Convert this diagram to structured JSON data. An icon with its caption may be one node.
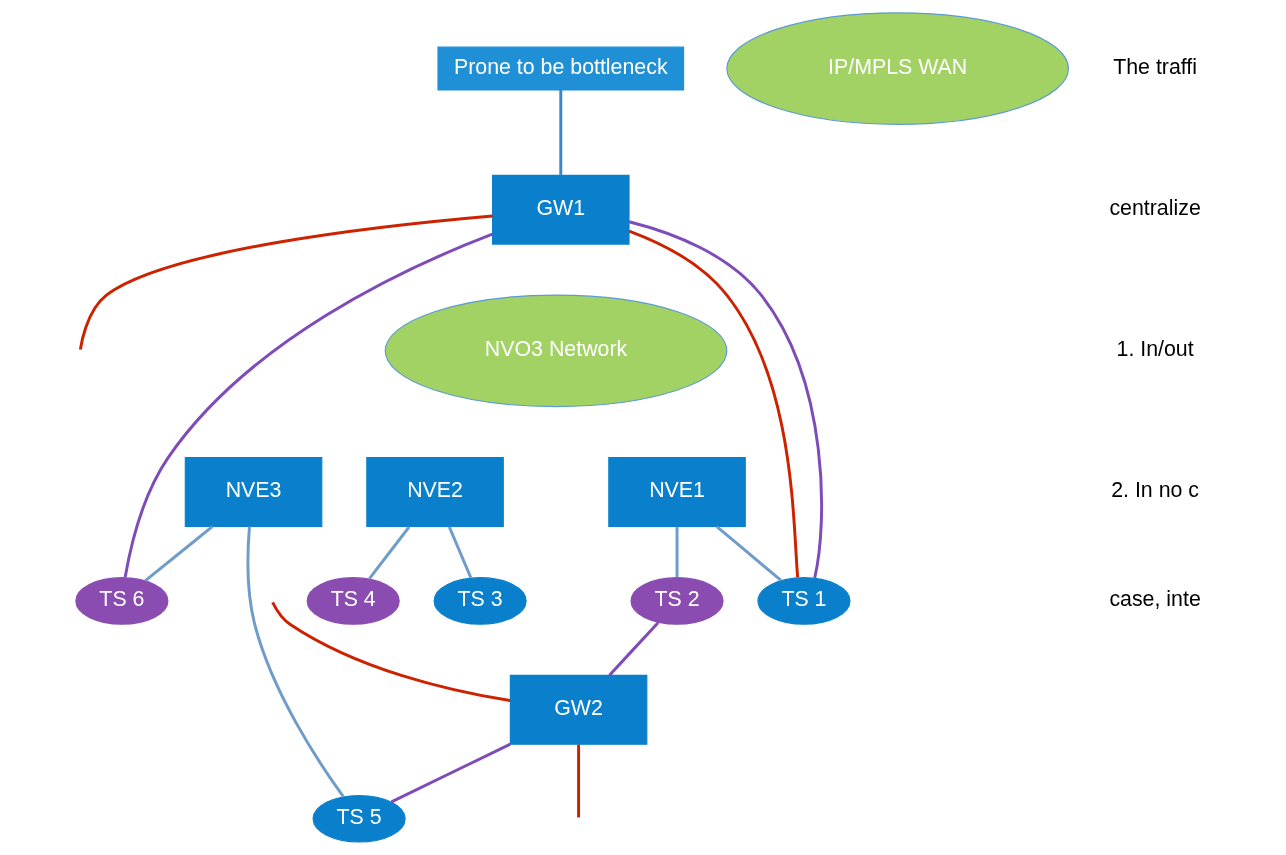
{
  "diagram": {
    "nodes": [
      {
        "text": [
          "IP/MPLS WAN"
        ]
      },
      {
        "text": [
          "NVO3 Network"
        ]
      },
      {
        "text": [
          "GW1"
        ]
      },
      {
        "text": [
          "GW2"
        ]
      },
      {
        "text": [
          "NVE1"
        ]
      },
      {
        "text": [
          "NVE2"
        ]
      },
      {
        "text": [
          "NVE3"
        ]
      },
      {
        "text": [
          "TS 1"
        ]
      },
      {
        "text": [
          "TS 2"
        ]
      },
      {
        "text": [
          "TS 3"
        ]
      },
      {
        "text": [
          "TS 4"
        ]
      },
      {
        "text": [
          "TS 5"
        ]
      },
      {
        "text": [
          "TS 6"
        ]
      },
      {
        "text": [
          "Prone to be bottleneck"
        ]
      }
    ],
    "edges": [
      {
        "from": 13,
        "to": 2,
        "arrow": "none",
        "color": "#3a86c8"
      },
      {
        "from": 4,
        "to": 7,
        "arrow": "none",
        "color": "#6f9cc8"
      },
      {
        "from": 4,
        "to": 8,
        "arrow": "none",
        "color": "#6f9cc8"
      },
      {
        "from": 5,
        "to": 9,
        "arrow": "none",
        "color": "#6f9cc8"
      },
      {
        "from": 5,
        "to": 10,
        "arrow": "none",
        "color": "#6f9cc8"
      },
      {
        "from": 6,
        "to": 11,
        "arrow": "none",
        "color": "#6f9cc8"
      },
      {
        "from": 6,
        "to": 12,
        "arrow": "none",
        "color": "#6f9cc8"
      },
      {
        "from": 7,
        "to": 2,
        "arrow": "none",
        "color": "#cc2200"
      },
      {
        "from": 2,
        "to": null,
        "arrow": "none",
        "color": "#cc2200"
      },
      {
        "from": null,
        "to": 3,
        "arrow": "none",
        "color": "#cc2200"
      },
      {
        "from": 3,
        "to": null,
        "arrow": "none",
        "color": "#cc2200"
      },
      {
        "from": 7,
        "to": 2,
        "arrow": "none",
        "color": "#7e4cb8"
      },
      {
        "from": 2,
        "to": 12,
        "arrow": "none",
        "color": "#7e4cb8"
      },
      {
        "from": 8,
        "to": 3,
        "arrow": "none",
        "color": "#7e4cb8"
      },
      {
        "from": 3,
        "to": 11,
        "arrow": "none",
        "color": "#7e4cb8"
      }
    ],
    "labels": [
      "The traffi",
      "centralize",
      "1. In/out",
      "2. In no c",
      "case, inte"
    ]
  }
}
